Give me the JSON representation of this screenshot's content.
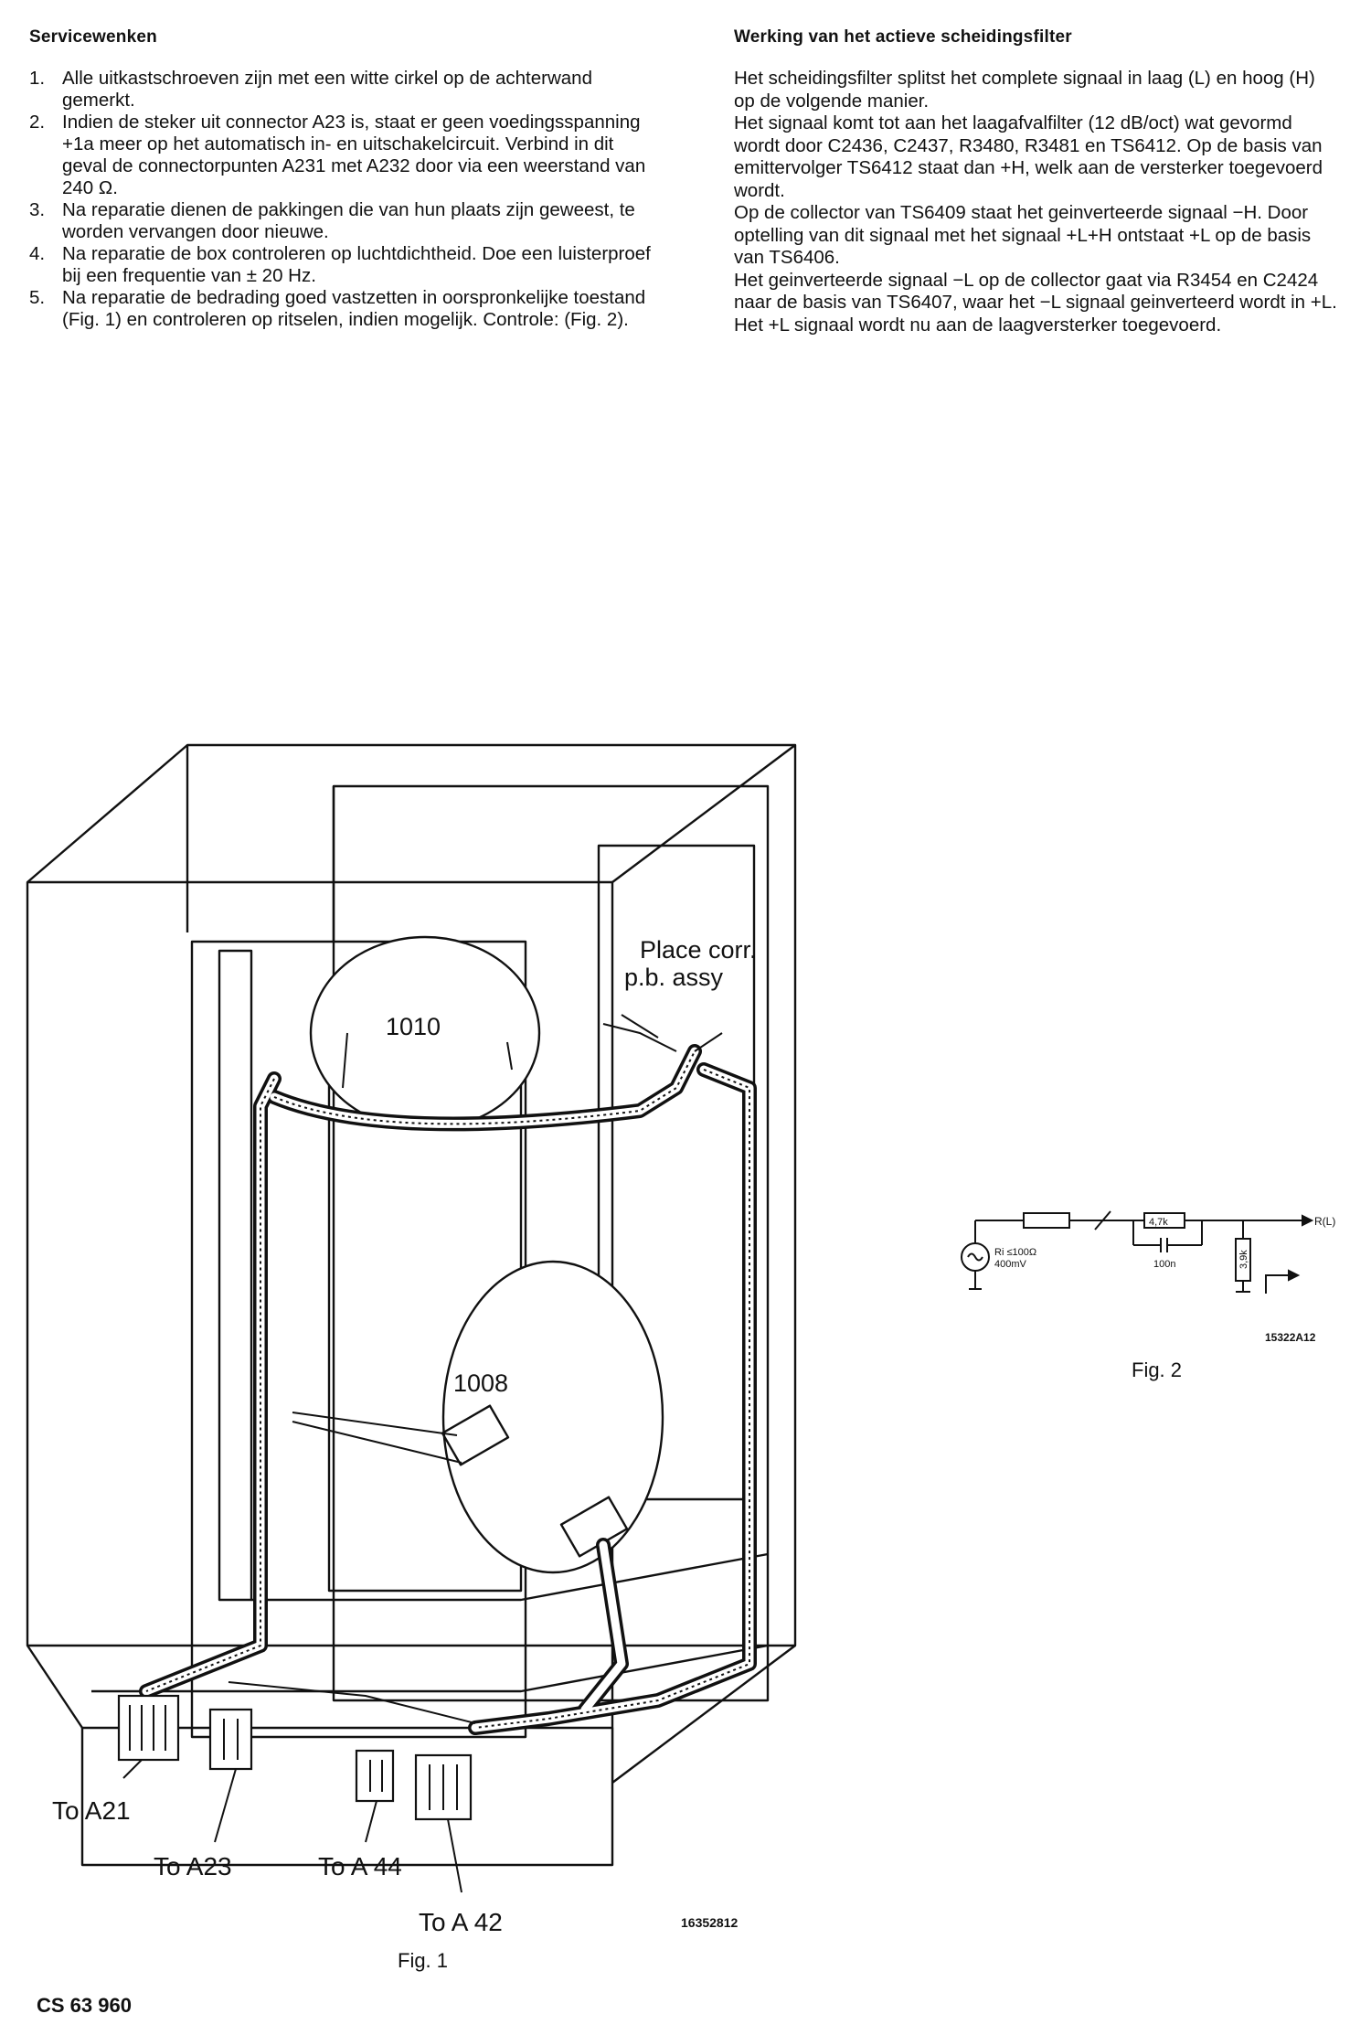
{
  "left": {
    "heading": "Servicewenken",
    "items": [
      {
        "num": "1.",
        "text": "Alle uitkastschroeven zijn met een witte cirkel op de achterwand gemerkt."
      },
      {
        "num": "2.",
        "text": "Indien de steker uit connector A23 is, staat er geen voedingsspanning +1a meer op het automatisch in- en uitschakelcircuit. Verbind in dit geval de connectorpunten A231 met A232 door via een weerstand van 240 Ω."
      },
      {
        "num": "3.",
        "text": "Na reparatie dienen de pakkingen die van hun plaats zijn geweest, te worden vervangen door nieuwe."
      },
      {
        "num": "4.",
        "text": "Na reparatie de box controleren op luchtdichtheid. Doe een luisterproef bij een frequentie van ± 20 Hz."
      },
      {
        "num": "5.",
        "text": "Na reparatie de bedrading goed vastzetten in oorspronkelijke toestand (Fig. 1) en controleren op ritselen, indien mogelijk. Controle: (Fig. 2)."
      }
    ]
  },
  "right": {
    "heading": "Werking van het actieve scheidingsfilter",
    "p1": "Het scheidingsfilter splitst het complete signaal in laag (L) en hoog (H) op de volgende manier.",
    "p2": "Het signaal komt tot aan het laagafvalfilter (12 dB/oct) wat gevormd wordt door C2436, C2437, R3480, R3481 en TS6412. Op de basis van emittervolger TS6412 staat dan +H, welk aan de versterker toegevoerd wordt.",
    "p3": "Op de collector van TS6409 staat het geinverteerde signaal −H. Door optelling van dit signaal met het signaal +L+H ontstaat +L op de basis van TS6406.",
    "p4": "Het geinverteerde signaal −L op de collector gaat via R3454 en C2424 naar de basis van TS6407, waar het −L signaal geinverteerd wordt in +L. Het +L signaal wordt nu aan de laagversterker toegevoerd."
  },
  "fig1": {
    "label_place": "Place corr.",
    "label_pb": "p.b. assy",
    "label_1010": "1010",
    "label_1008": "1008",
    "to_a21": "To A21",
    "to_a23": "To A23",
    "to_a44": "To A 44",
    "to_a42": "To A 42",
    "code": "16352812",
    "caption": "Fig. 1"
  },
  "fig2": {
    "r47k": "4,7k",
    "c100n": "100n",
    "r39k": "3,9k",
    "ri": "Ri ≤100Ω",
    "mv": "400mV",
    "output": "R(L)",
    "code": "15322A12",
    "caption": "Fig. 2"
  },
  "footer": "CS 63 960"
}
